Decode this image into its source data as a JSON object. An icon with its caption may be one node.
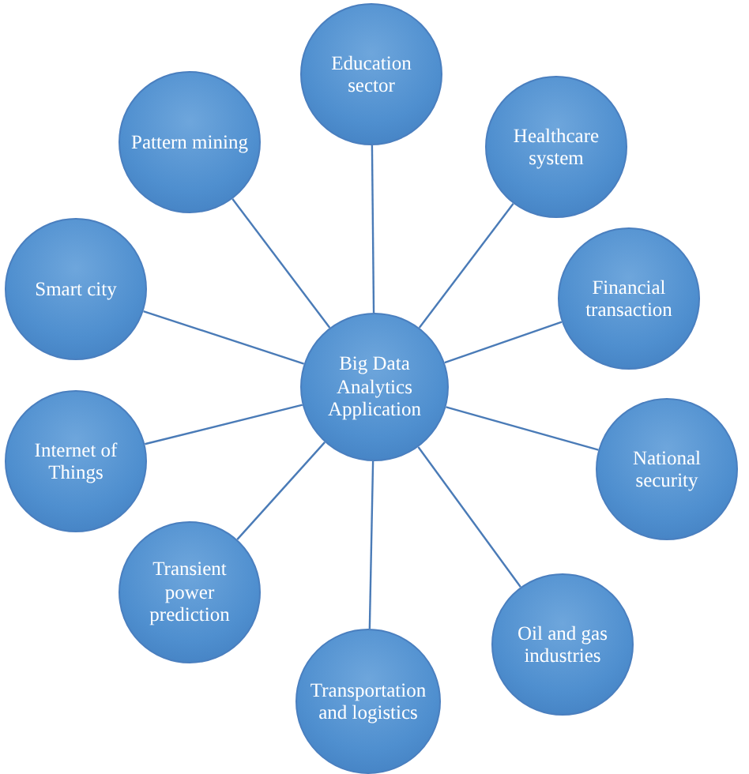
{
  "diagram": {
    "nodes": [
      {
        "text": [
          "Big Data Analytics Application"
        ]
      },
      {
        "text": [
          "Education sector"
        ]
      },
      {
        "text": [
          "Healthcare system"
        ]
      },
      {
        "text": [
          "Financial transaction"
        ]
      },
      {
        "text": [
          "National security"
        ]
      },
      {
        "text": [
          "Oil and gas industries"
        ]
      },
      {
        "text": [
          "Transportation and logistics"
        ]
      },
      {
        "text": [
          "Transient power prediction"
        ]
      },
      {
        "text": [
          "Internet of Things"
        ]
      },
      {
        "text": [
          "Smart city"
        ]
      },
      {
        "text": [
          "Pattern mining"
        ]
      }
    ],
    "edges": [
      {
        "from": 0,
        "to": 1,
        "arrow": "none"
      },
      {
        "from": 0,
        "to": 2,
        "arrow": "none"
      },
      {
        "from": 0,
        "to": 3,
        "arrow": "none"
      },
      {
        "from": 0,
        "to": 4,
        "arrow": "none"
      },
      {
        "from": 0,
        "to": 5,
        "arrow": "none"
      },
      {
        "from": 0,
        "to": 6,
        "arrow": "none"
      },
      {
        "from": 0,
        "to": 7,
        "arrow": "none"
      },
      {
        "from": 0,
        "to": 8,
        "arrow": "none"
      },
      {
        "from": 0,
        "to": 9,
        "arrow": "none"
      },
      {
        "from": 0,
        "to": 10,
        "arrow": "none"
      }
    ]
  }
}
